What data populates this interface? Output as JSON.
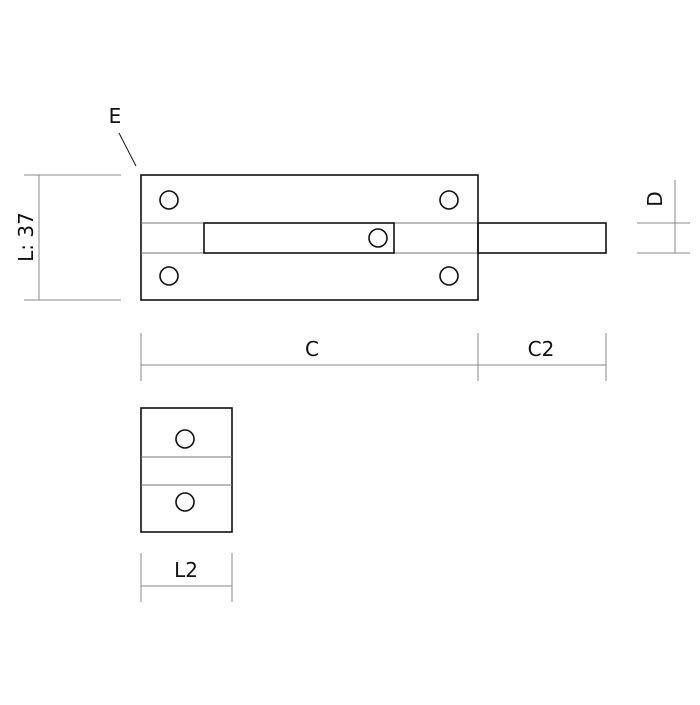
{
  "labels": {
    "edge": "E",
    "length": "L: 37",
    "diameter": "D",
    "c": "C",
    "c2": "C2",
    "l2": "L2"
  },
  "colors": {
    "outline": "#111111",
    "dimension_line": "#888888",
    "background": "#ffffff"
  }
}
